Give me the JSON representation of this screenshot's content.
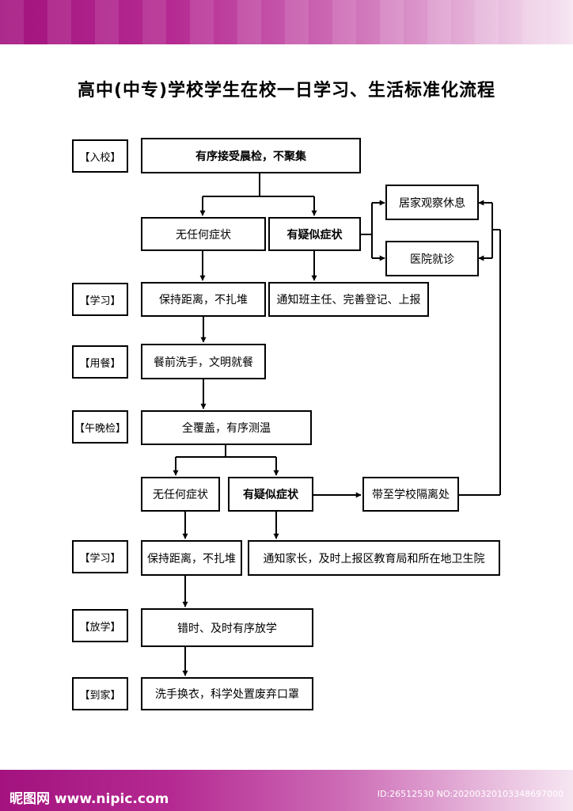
{
  "title": "高中(中专)学校学生在校一日学习、生活标准化流程",
  "stages": {
    "enter": "【入校】",
    "study1": "【学习】",
    "meal": "【用餐】",
    "check": "【午晚检】",
    "study2": "【学习】",
    "dismiss": "【放学】",
    "home": "【到家】"
  },
  "boxes": {
    "morning_check": "有序接受晨检，不聚集",
    "no_symptom_1": "无任何症状",
    "suspect_1": "有疑似症状",
    "home_observe": "居家观察休息",
    "hospital": "医院就诊",
    "keep_distance_1": "保持距离，不扎堆",
    "notify_teacher": "通知班主任、完善登记、上报",
    "meal_box": "餐前洗手，文明就餐",
    "temp_check": "全覆盖，有序测温",
    "no_symptom_2": "无任何症状",
    "suspect_2": "有疑似症状",
    "isolation": "带至学校隔离处",
    "keep_distance_2": "保持距离，不扎堆",
    "notify_parents": "通知家长，及时上报区教育局和所在地卫生院",
    "dismiss_box": "错时、及时有序放学",
    "home_box": "洗手换衣，科学处置废弃口罩"
  },
  "watermark": {
    "left": "昵图网 www.nipic.com",
    "right": "ID:26512530 NO:20200320103348697000"
  },
  "colors": {
    "band": "#a3127e",
    "line": "#000000"
  }
}
